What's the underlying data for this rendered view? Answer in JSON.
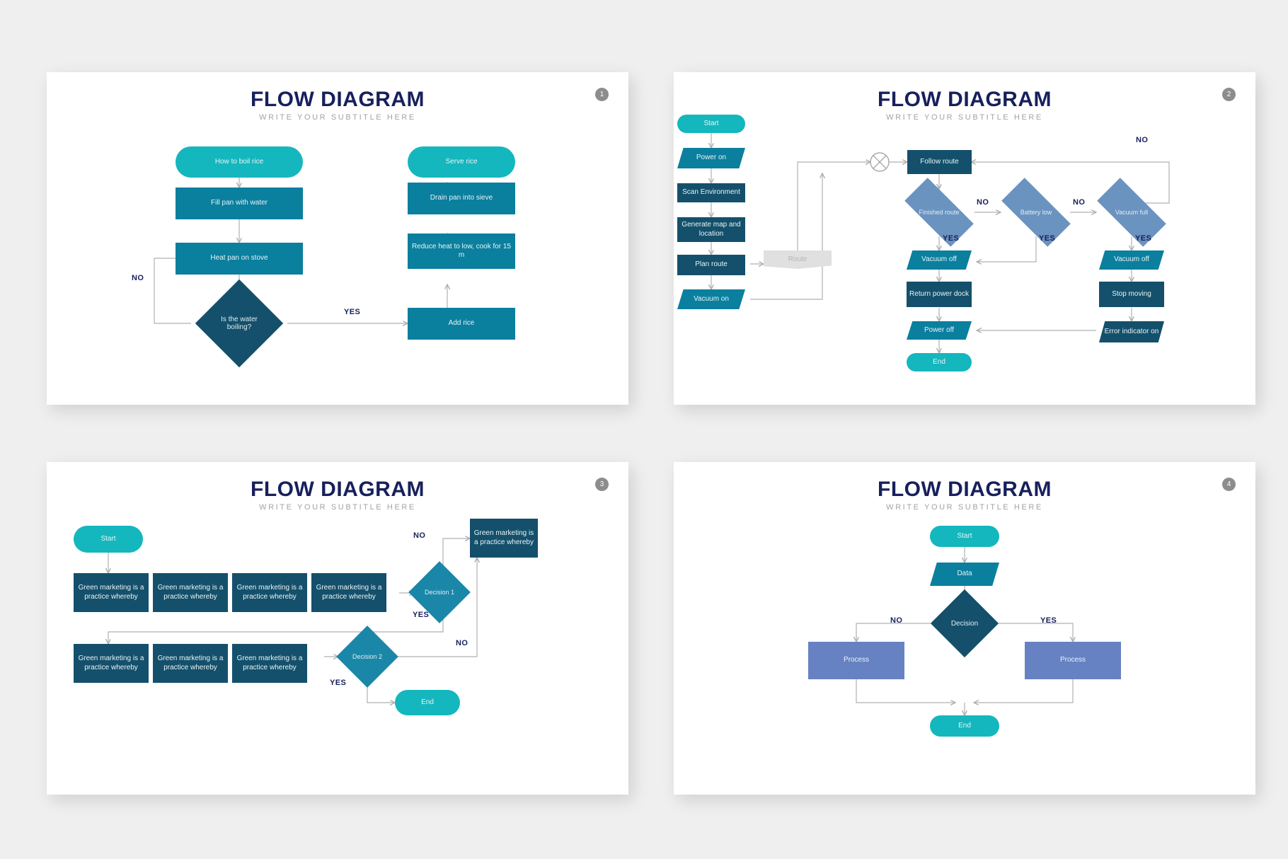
{
  "slides": [
    {
      "number": "1",
      "title": "FLOW DIAGRAM",
      "subtitle": "WRITE YOUR SUBTITLE HERE",
      "nodes": [
        {
          "id": "n1",
          "label": "How to boil rice"
        },
        {
          "id": "n2",
          "label": "Fill pan with water"
        },
        {
          "id": "n3",
          "label": "Heat pan on stove"
        },
        {
          "id": "n4",
          "label": "Is the water boiling?"
        },
        {
          "id": "n5",
          "label": "Add rice"
        },
        {
          "id": "n6",
          "label": "Reduce heat to low, cook for 15 m"
        },
        {
          "id": "n7",
          "label": "Drain pan into sieve"
        },
        {
          "id": "n8",
          "label": "Serve rice"
        }
      ],
      "edge_labels": [
        {
          "id": "e1",
          "text": "NO"
        },
        {
          "id": "e2",
          "text": "YES"
        }
      ]
    },
    {
      "number": "2",
      "title": "FLOW DIAGRAM",
      "subtitle": "WRITE YOUR SUBTITLE HERE",
      "nodes": [
        {
          "id": "n1",
          "label": "Start"
        },
        {
          "id": "n2",
          "label": "Power on"
        },
        {
          "id": "n3",
          "label": "Scan Environment"
        },
        {
          "id": "n4",
          "label": "Generate map and location"
        },
        {
          "id": "n5",
          "label": "Plan route"
        },
        {
          "id": "n6",
          "label": "Vacuum on"
        },
        {
          "id": "n7",
          "label": "Route"
        },
        {
          "id": "n8",
          "label": "Follow route"
        },
        {
          "id": "n9",
          "label": "Finished route"
        },
        {
          "id": "n10",
          "label": "Battery low"
        },
        {
          "id": "n11",
          "label": "Vacuum full"
        },
        {
          "id": "n12",
          "label": "Vacuum off"
        },
        {
          "id": "n13",
          "label": "Vacuum off"
        },
        {
          "id": "n14",
          "label": "Return power dock"
        },
        {
          "id": "n15",
          "label": "Stop moving"
        },
        {
          "id": "n16",
          "label": "Power off"
        },
        {
          "id": "n17",
          "label": "Error indicator on"
        },
        {
          "id": "n18",
          "label": "End"
        }
      ],
      "edge_labels": [
        {
          "id": "e1",
          "text": "NO"
        },
        {
          "id": "e2",
          "text": "NO"
        },
        {
          "id": "e3",
          "text": "NO"
        },
        {
          "id": "e4",
          "text": "YES"
        },
        {
          "id": "e5",
          "text": "YES"
        },
        {
          "id": "e6",
          "text": "YES"
        }
      ]
    },
    {
      "number": "3",
      "title": "FLOW DIAGRAM",
      "subtitle": "WRITE YOUR SUBTITLE HERE",
      "nodes": [
        {
          "id": "n1",
          "label": "Start"
        },
        {
          "id": "n2",
          "label": "Green marketing is a practice whereby"
        },
        {
          "id": "n3",
          "label": "Green marketing is a practice whereby"
        },
        {
          "id": "n4",
          "label": "Green marketing is a practice whereby"
        },
        {
          "id": "n5",
          "label": "Green marketing is a practice whereby"
        },
        {
          "id": "n6",
          "label": "Decision 1"
        },
        {
          "id": "n7",
          "label": "Green marketing is a practice whereby"
        },
        {
          "id": "n8",
          "label": "Green marketing is a practice whereby"
        },
        {
          "id": "n9",
          "label": "Green marketing is a practice whereby"
        },
        {
          "id": "n10",
          "label": "Green marketing is a practice whereby"
        },
        {
          "id": "n11",
          "label": "Decision 2"
        },
        {
          "id": "n12",
          "label": "End"
        }
      ],
      "edge_labels": [
        {
          "id": "e1",
          "text": "NO"
        },
        {
          "id": "e2",
          "text": "YES"
        },
        {
          "id": "e3",
          "text": "NO"
        },
        {
          "id": "e4",
          "text": "YES"
        }
      ]
    },
    {
      "number": "4",
      "title": "FLOW DIAGRAM",
      "subtitle": "WRITE YOUR SUBTITLE HERE",
      "nodes": [
        {
          "id": "n1",
          "label": "Start"
        },
        {
          "id": "n2",
          "label": "Data"
        },
        {
          "id": "n3",
          "label": "Decision"
        },
        {
          "id": "n4",
          "label": "Process"
        },
        {
          "id": "n5",
          "label": "Process"
        },
        {
          "id": "n6",
          "label": "End"
        }
      ],
      "edge_labels": [
        {
          "id": "e1",
          "text": "NO"
        },
        {
          "id": "e2",
          "text": "YES"
        }
      ]
    }
  ],
  "colors": {
    "page_background": "#efefef",
    "slide_background": "#ffffff",
    "title": "#17205c",
    "subtitle": "#a3a3a3",
    "badge": "#8d8d8d",
    "terminator": "#14b7bd",
    "process": "#0b7f9e",
    "process_dark": "#14506b",
    "process_light": "#6782c2",
    "decision_light": "#6b93c0",
    "decision_teal": "#1b87a8",
    "ghost": "#e0e0e0",
    "connector": "#b0b0b0"
  }
}
